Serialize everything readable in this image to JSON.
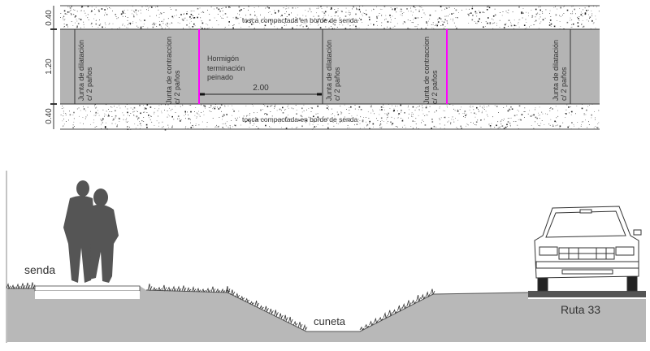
{
  "plan": {
    "dims": {
      "top": "0.40",
      "middle": "1.20",
      "bottom": "0.40"
    },
    "tosca_top": "tosca compactada en borde de senda",
    "tosca_bottom": "tosca compactada en borde de senda",
    "joints": [
      {
        "type": "dilatacion",
        "line1": "Junta de dilatación",
        "line2": "c/ 2 paños"
      },
      {
        "type": "contraccion",
        "line1": "Junta de contraccion",
        "line2": "c/ 2 paños"
      },
      {
        "type": "dilatacion",
        "line1": "Junta de dilatación",
        "line2": "c/ 2 paños"
      },
      {
        "type": "contraccion",
        "line1": "Junta de contraccion",
        "line2": "c/ 2 paños"
      },
      {
        "type": "dilatacion",
        "line1": "Junta de dilatación",
        "line2": "c/ 2 paños"
      }
    ],
    "concrete_note": {
      "line1": "Hormigón",
      "line2": "terminación",
      "line3": "peinado"
    },
    "spacing_dim": "2.00"
  },
  "section": {
    "senda_label": "senda",
    "cuneta_label": "cuneta",
    "road_label": "Ruta 33"
  },
  "colors": {
    "concrete": "#b4b4b4",
    "ground": "#b8b8b8",
    "contraction_joint": "#ff00ff",
    "silhouette": "#555555",
    "road": "#555555"
  }
}
